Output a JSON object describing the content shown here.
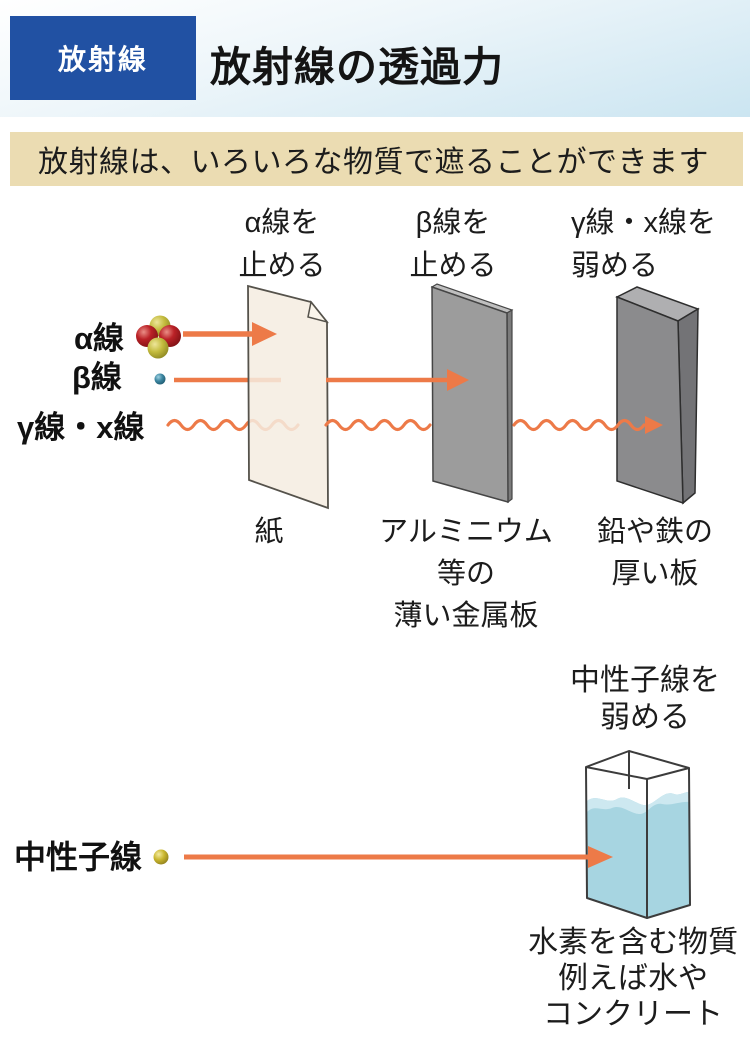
{
  "header": {
    "badge_label": "放射線",
    "title": "放射線の透過力"
  },
  "banner": {
    "text": "放射線は、いろいろな物質で遮ることができます"
  },
  "shield_labels": {
    "alpha": {
      "line1": "α線を",
      "line2": "止める"
    },
    "beta": {
      "line1": "β線を",
      "line2": "止める"
    },
    "gamma": {
      "line1": "γ線・x線を",
      "line2": "弱める"
    },
    "neutron": {
      "line1": "中性子線を",
      "line2": "弱める"
    }
  },
  "ray_labels": {
    "alpha": "α線",
    "beta": "β線",
    "gamma": "γ線・x線",
    "neutron": "中性子線"
  },
  "materials": {
    "paper": {
      "line1": "紙"
    },
    "aluminum": {
      "line1": "アルミニウム",
      "line2": "等の",
      "line3": "薄い金属板"
    },
    "lead": {
      "line1": "鉛や鉄の",
      "line2": "厚い板"
    },
    "neutron_shield": {
      "line1": "水素を含む物質",
      "line2": "例えば水や",
      "line3": "コンクリート"
    }
  },
  "icons": {
    "alpha_particle": "alpha-particle-icon",
    "beta_particle": "beta-particle-icon",
    "neutron_particle": "neutron-particle-icon"
  },
  "colors": {
    "arrow_orange": "#ED7A48",
    "badge_blue": "#2151A3",
    "header_blue": "#CBE5F1",
    "banner_beige": "#EBDCB2",
    "paper_cream": "#F4ECE0",
    "aluminum_gray": "#9C9C9C",
    "lead_gray": "#8B8B8D",
    "water_blue": "#A7D5E1"
  }
}
